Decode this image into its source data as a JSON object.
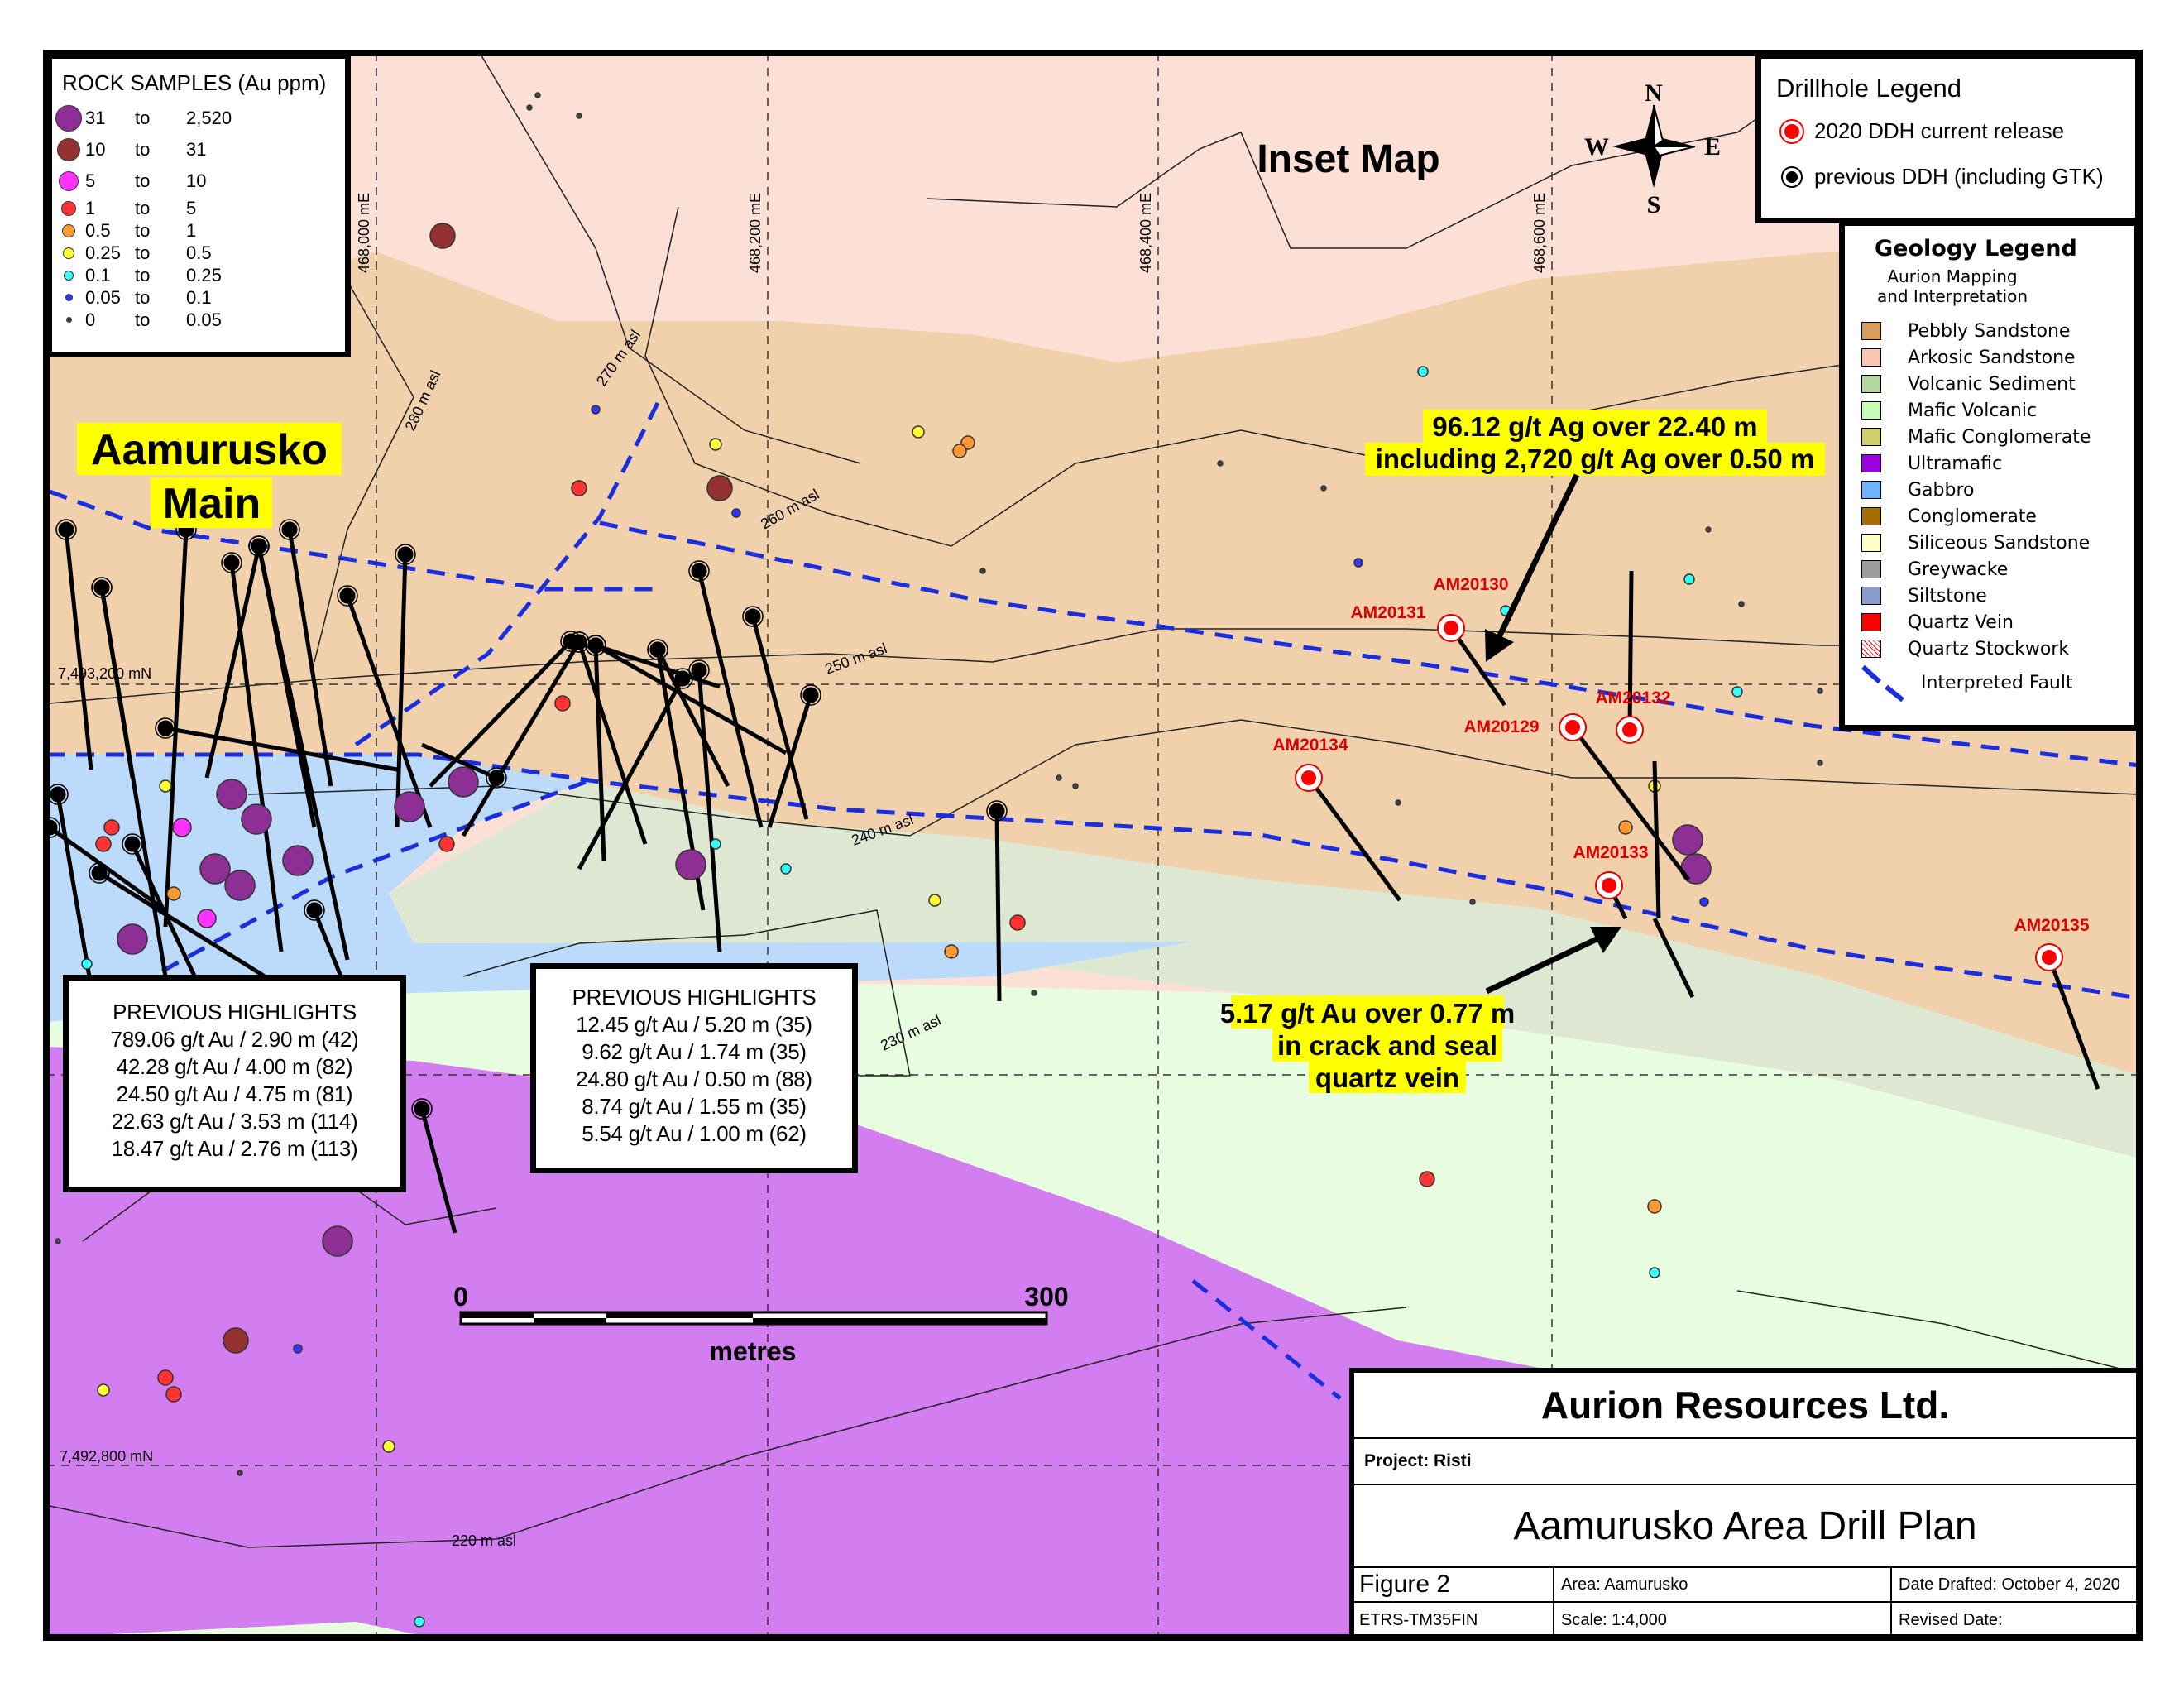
{
  "map": {
    "inset_label": "Inset Map",
    "place_label_line1": "Aamurusko",
    "place_label_line2": "Main",
    "grid_easting": [
      "468,000 mE",
      "468,200 mE",
      "468,400 mE",
      "468,600 mE"
    ],
    "grid_northing": [
      "7,493,200 mN",
      "7,492,800 mN"
    ],
    "contours": [
      "280 m asl",
      "270 m asl",
      "260 m asl",
      "250 m asl",
      "240 m asl",
      "230 m asl",
      "220 m asl"
    ],
    "compass": {
      "n": "N",
      "s": "S",
      "e": "E",
      "w": "W"
    },
    "scale_bar": {
      "start": "0",
      "end": "300",
      "unit": "metres"
    },
    "annotation_ag": [
      "96.12 g/t Ag over 22.40 m",
      "including 2,720 g/t Ag over 0.50 m"
    ],
    "annotation_au": [
      "5.17 g/t Au over 0.77 m",
      "in crack and seal",
      "quartz vein"
    ],
    "drillholes": [
      "AM20129",
      "AM20130",
      "AM20131",
      "AM20132",
      "AM20133",
      "AM20134",
      "AM20135"
    ]
  },
  "rock_samples_legend": {
    "title": "ROCK SAMPLES (Au ppm)",
    "rows": [
      {
        "from": "31",
        "to_word": "to",
        "to": "2,520",
        "color": "#8e2f96"
      },
      {
        "from": "10",
        "to_word": "to",
        "to": "31",
        "color": "#943232"
      },
      {
        "from": "5",
        "to_word": "to",
        "to": "10",
        "color": "#ff33ff"
      },
      {
        "from": "1",
        "to_word": "to",
        "to": "5",
        "color": "#ff3333"
      },
      {
        "from": "0.5",
        "to_word": "to",
        "to": "1",
        "color": "#ff9933"
      },
      {
        "from": "0.25",
        "to_word": "to",
        "to": "0.5",
        "color": "#ffff33"
      },
      {
        "from": "0.1",
        "to_word": "to",
        "to": "0.25",
        "color": "#33ffff"
      },
      {
        "from": "0.05",
        "to_word": "to",
        "to": "0.1",
        "color": "#3333ff"
      },
      {
        "from": "0",
        "to_word": "to",
        "to": "0.05",
        "color": "#444444"
      }
    ]
  },
  "drillhole_legend": {
    "title": "Drillhole Legend",
    "current": "2020 DDH current release",
    "previous": "previous DDH (including GTK)"
  },
  "geology_legend": {
    "title": "Geology Legend",
    "subtitle_line1": "Aurion Mapping",
    "subtitle_line2": "and Interpretation",
    "items": [
      {
        "label": "Pebbly Sandstone",
        "color": "#d99c5b"
      },
      {
        "label": "Arkosic Sandstone",
        "color": "#fcc6b4"
      },
      {
        "label": "Volcanic Sediment",
        "color": "#b5d6a0"
      },
      {
        "label": "Mafic Volcanic",
        "color": "#c4fcb8"
      },
      {
        "label": "Mafic Conglomerate",
        "color": "#cfcd6d"
      },
      {
        "label": "Ultramafic",
        "color": "#a000e0"
      },
      {
        "label": "Gabbro",
        "color": "#6eb4fc"
      },
      {
        "label": "Conglomerate",
        "color": "#a66e00"
      },
      {
        "label": "Siliceous Sandstone",
        "color": "#ffffc8"
      },
      {
        "label": "Greywacke",
        "color": "#9c9c9c"
      },
      {
        "label": "Siltstone",
        "color": "#8a9ccf"
      },
      {
        "label": "Quartz Vein",
        "color": "#ff0000"
      },
      {
        "label": "Quartz Stockwork",
        "color": "#ff0000"
      }
    ],
    "fault_label": "Interpreted Fault"
  },
  "highlights_left": {
    "title": "PREVIOUS HIGHLIGHTS",
    "rows": [
      "789.06 g/t Au / 2.90 m (42)",
      "42.28 g/t Au / 4.00 m (82)",
      "24.50 g/t Au / 4.75 m (81)",
      "22.63 g/t Au / 3.53 m (114)",
      "18.47 g/t Au / 2.76 m (113)"
    ]
  },
  "highlights_right": {
    "title": "PREVIOUS HIGHLIGHTS",
    "rows": [
      "12.45 g/t Au / 5.20 m (35)",
      "9.62 g/t Au / 1.74 m (35)",
      "24.80 g/t Au / 0.50 m (88)",
      "8.74 g/t Au / 1.55 m (35)",
      "5.54 g/t Au / 1.00 m (62)"
    ]
  },
  "title_block": {
    "company": "Aurion Resources Ltd.",
    "project": "Project: Risti",
    "title": "Aamurusko Area Drill Plan",
    "figure": "Figure  2",
    "area": "Area: Aamurusko",
    "date_drafted": "Date Drafted: October 4, 2020",
    "projection": "ETRS-TM35FIN",
    "scale": "Scale: 1:4,000",
    "revised": "Revised Date:"
  }
}
